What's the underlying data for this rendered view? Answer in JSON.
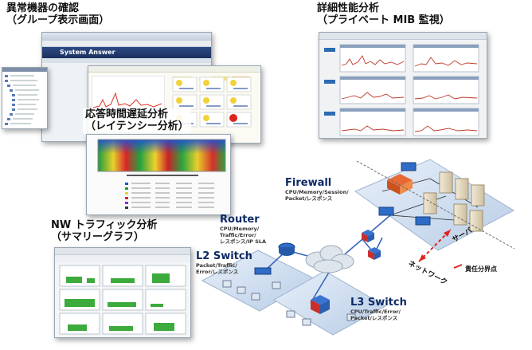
{
  "sections": {
    "anomaly": {
      "line1": "異常機器の確認",
      "line2": "（グループ表示画面）"
    },
    "detail": {
      "line1": "詳細性能分析",
      "line2": "（プライベート MIB 監視）"
    },
    "latency": {
      "line1": "応答時間遅延分析",
      "line2": "（レイテンシー分析）"
    },
    "traffic": {
      "line1": "NW トラフィック分析",
      "line2": "（サマリーグラフ）"
    }
  },
  "app_window": {
    "brand": "System Answer"
  },
  "network": {
    "firewall": {
      "title": "Firewall",
      "sub1": "CPU/Memory/Session/",
      "sub2": "Packet/レスポンス"
    },
    "router": {
      "title": "Router",
      "sub1": "CPU/Memory/",
      "sub2": "Traffic/Error/",
      "sub3": "レスポンス/IP SLA"
    },
    "l2": {
      "title": "L2 Switch",
      "sub1": "Packet/Traffic/",
      "sub2": "Error/レスポンス"
    },
    "l3": {
      "title": "L3 Switch",
      "sub1": "CPU/Traffic/Error/",
      "sub2": "Packet/レスポンス"
    },
    "server_label": "サーバ",
    "network_label": "ネットワーク",
    "boundary_label": "責任分界点"
  },
  "colors": {
    "accent_red": "#e0231b",
    "title_blue": "#0b2a66",
    "green_bar": "#3cab3c"
  }
}
